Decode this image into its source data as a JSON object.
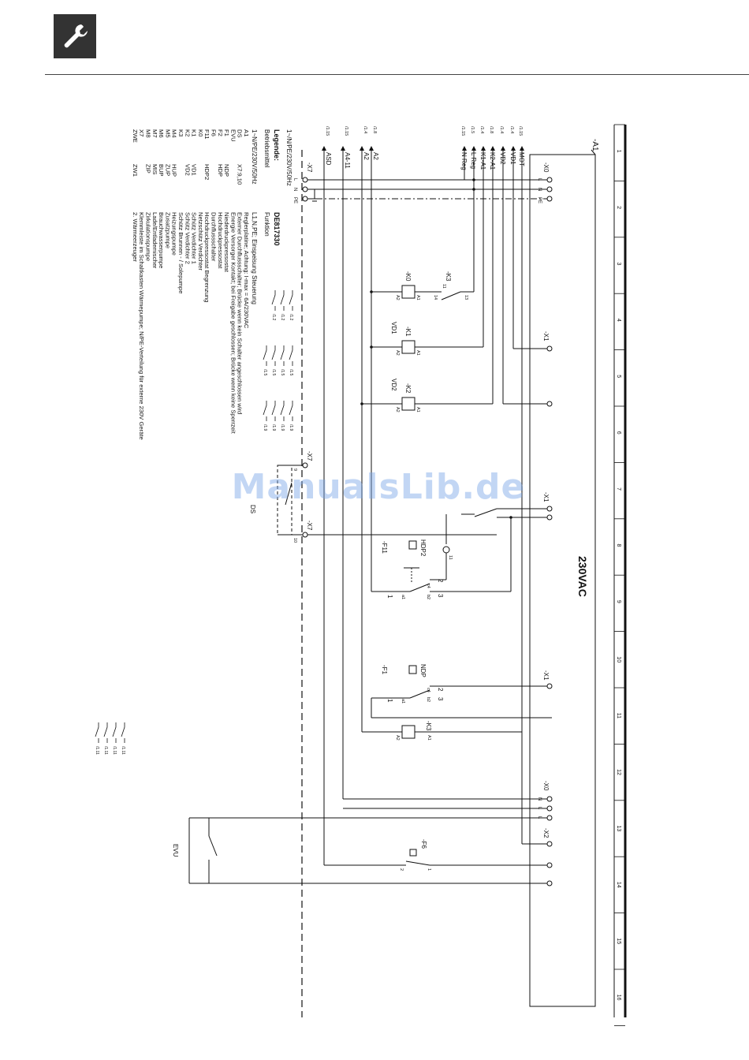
{
  "header": {
    "icon": "wrench-icon"
  },
  "watermark": "ManualsLib.de",
  "diagram": {
    "board_label": "-A1",
    "voltage_title": "230VAC",
    "column_numbers": [
      "1",
      "2",
      "3",
      "4",
      "5",
      "6",
      "7",
      "8",
      "9",
      "10",
      "11",
      "12",
      "13",
      "14",
      "15",
      "16"
    ],
    "terminals": {
      "x0_top": "-X0",
      "x0_top_pins": [
        "L",
        "N",
        "PE"
      ],
      "x1_a": "-X1",
      "x1_b": "-X1",
      "x1_c": "-X1",
      "x0_bottom": "-X0",
      "x0_bottom_pins": [
        "N",
        "L",
        "L"
      ],
      "x2": "-X2",
      "x7_a": "-X7",
      "x7_b": "-X7",
      "x7_b_pin": "10",
      "x7_c": "-X7",
      "x7_c_pin": "9"
    },
    "supply_line_1": "1~/N/PE/230V/50Hz",
    "supply_pins": [
      "L",
      "N",
      "PE"
    ],
    "signals": [
      {
        "name": "MOT",
        "ref": "/1.15"
      },
      {
        "name": "VD1",
        "ref": "/1.4"
      },
      {
        "name": "VD2",
        "ref": "/1.4"
      },
      {
        "name": "K2-A1",
        "ref": "/1.8"
      },
      {
        "name": "K1-A1",
        "ref": "/1.4"
      },
      {
        "name": "L Reg",
        "ref": "/1.5"
      },
      {
        "name": "N Reg",
        "ref": "/1.15"
      }
    ],
    "left_signals": [
      {
        "name": "A2",
        "ref": "/1.8"
      },
      {
        "name": "A2",
        "ref": "/1.4"
      },
      {
        "name": "A4-11",
        "ref": "/1.15"
      },
      {
        "name": "ASD",
        "ref": "/1.15"
      }
    ],
    "components": {
      "k3_top": "-K3",
      "k3_top_pins": [
        "11",
        "13",
        "14"
      ],
      "k0": "-K0",
      "k0_pins": [
        "A1",
        "A2"
      ],
      "k1": "-K1",
      "k1_func": "VD1",
      "k1_pins": [
        "A1",
        "A2"
      ],
      "k2": "-K2",
      "k2_func": "VD2",
      "k2_pins": [
        "A1",
        "A2"
      ],
      "hdp2": "HDP2",
      "f11": "-F11",
      "f11_pins": [
        "1",
        "2",
        "3",
        "a1",
        "b2",
        "c4"
      ],
      "ndp": "NDP",
      "f1": "-F1",
      "f1_pins": [
        "1",
        "2",
        "3",
        "a1",
        "b2",
        "c4"
      ],
      "k3_bottom": "-K3",
      "k3_bottom_pins": [
        "A1",
        "A2"
      ],
      "f6": "-F6",
      "f6_pins": [
        "1",
        "2"
      ],
      "evu": "EVU",
      "ds_label": "DS",
      "node_11": "11"
    },
    "contact_refs": {
      "k0_refs": [
        "/1.2",
        "/1.2",
        "/1.2"
      ],
      "k1_refs": [
        "/1.5",
        "/1.5",
        "/1.5",
        "/1.5"
      ],
      "k2_refs": [
        "/1.9",
        "/1.9",
        "/1.9",
        "/1.9"
      ],
      "k3_refs": [
        "/1.11",
        "/1.11",
        "/1.11",
        "/1.11"
      ],
      "pin_numbers": [
        "1",
        "2",
        "3",
        "4",
        "5",
        "6",
        "21",
        "22",
        "13",
        "14"
      ]
    }
  },
  "legend": {
    "title": "Legende:",
    "doc_id": "DE817330",
    "header_left": "Betriebsmittel",
    "header_right": "Funktion",
    "supply_left": "1~N/PE/230V/50Hz",
    "supply_right": "L1,N,PE; Einspeisung Steuerung",
    "items": [
      {
        "code": "A1",
        "sub": "",
        "text": "Reglerplatine; Achtung: I-max = 6A/230VAC"
      },
      {
        "code": "DS",
        "sub": "X7:9,10",
        "text": "Externer Durchflussschalter; Brücke wenn kein Schalter angeschlossen wird"
      },
      {
        "code": "EVU",
        "sub": "",
        "text": "Energie Versorger Kontakt; bei Freigabe geschlossen; Brücke wenn keine Sperrzeit"
      },
      {
        "code": "F1",
        "sub": "NDP",
        "text": "Niederdruckpressostat"
      },
      {
        "code": "F2",
        "sub": "HDP",
        "text": "Hochdruckpressostat"
      },
      {
        "code": "F6",
        "sub": "",
        "text": "Durchflussschalter"
      },
      {
        "code": "F11",
        "sub": "HDP2",
        "text": "Hochdruckpressostat Begrenzung"
      },
      {
        "code": "K0",
        "sub": "",
        "text": "Netzschütz Verdichter"
      },
      {
        "code": "K1",
        "sub": "VD1",
        "text": "Schütz Verdichter 1"
      },
      {
        "code": "K2",
        "sub": "VD2",
        "text": "Schütz Verdichter 2"
      },
      {
        "code": "K3",
        "sub": "",
        "text": "Schütz Brunnen - / Solepumpe"
      },
      {
        "code": "M4",
        "sub": "HUP",
        "text": "Heizungspumpe"
      },
      {
        "code": "M5",
        "sub": "ZUP",
        "text": "Zusatzpumpe"
      },
      {
        "code": "M6",
        "sub": "BUP",
        "text": "Brauchwasserpumpe"
      },
      {
        "code": "M7",
        "sub": "MIS",
        "text": "Lade/Entlademischer"
      },
      {
        "code": "M8",
        "sub": "ZIP",
        "text": "Zirkulationspumpe"
      },
      {
        "code": "X7",
        "sub": "",
        "text": "Klemmleiste im Schaltkasten Wärmepumpe; N/PE-Verteilung für externe 230V Geräte"
      },
      {
        "code": "ZWE",
        "sub": "ZW1",
        "text": "2. Wärmeerzeuger"
      }
    ]
  }
}
